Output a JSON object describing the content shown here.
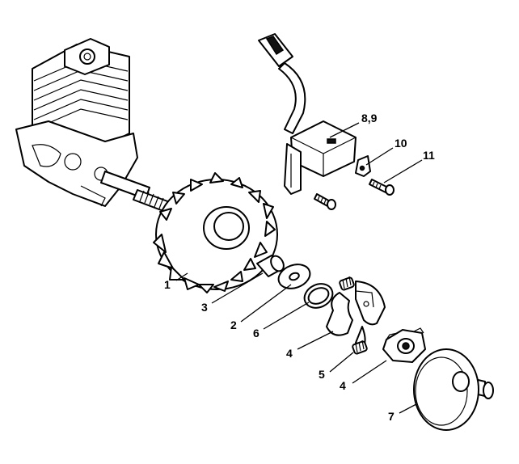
{
  "labels": {
    "flywheel": "1",
    "sleeve": "2",
    "spacer": "3",
    "clutch_shoe_left": "4",
    "clutch_hub": "4",
    "spring": "5",
    "washer": "6",
    "clutch_drum": "7",
    "ignition_module": "8,9",
    "bracket": "10",
    "screw": "11"
  }
}
